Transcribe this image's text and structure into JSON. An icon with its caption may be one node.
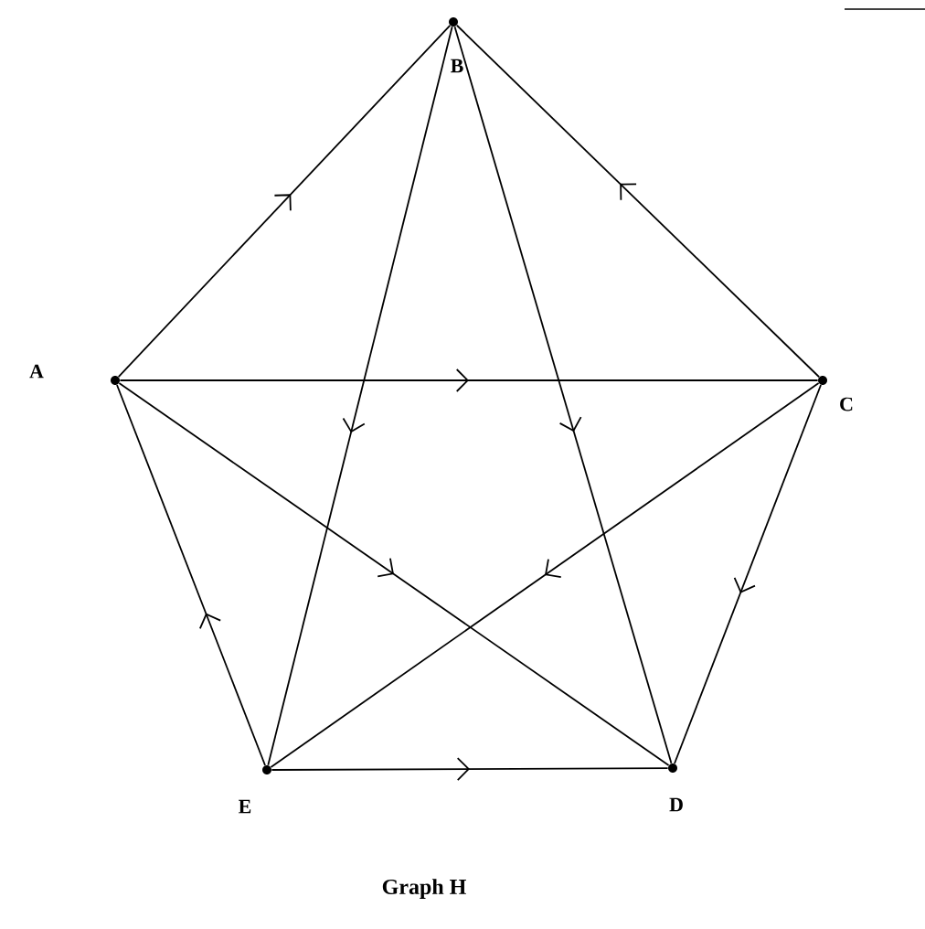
{
  "diagram": {
    "caption": "Graph H",
    "nodes": [
      {
        "text": [
          "A"
        ]
      },
      {
        "text": [
          "B"
        ]
      },
      {
        "text": [
          "C"
        ]
      },
      {
        "text": [
          "D"
        ]
      },
      {
        "text": [
          "E"
        ]
      }
    ],
    "edges": [
      {
        "from": 0,
        "to": 1,
        "arrow": "to"
      },
      {
        "from": 2,
        "to": 1,
        "arrow": "to"
      },
      {
        "from": 0,
        "to": 2,
        "arrow": "to"
      },
      {
        "from": 1,
        "to": 4,
        "arrow": "to"
      },
      {
        "from": 1,
        "to": 3,
        "arrow": "to"
      },
      {
        "from": 0,
        "to": 3,
        "arrow": "to"
      },
      {
        "from": 2,
        "to": 4,
        "arrow": "to"
      },
      {
        "from": 2,
        "to": 3,
        "arrow": "to"
      },
      {
        "from": 4,
        "to": 0,
        "arrow": "to"
      },
      {
        "from": 4,
        "to": 3,
        "arrow": "to"
      }
    ]
  }
}
